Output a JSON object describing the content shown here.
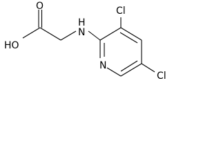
{
  "structure": {
    "atoms": {
      "O_carbonyl": "O",
      "OH": "HO",
      "NH": "H",
      "N_label": "N",
      "Cl_3": "Cl",
      "N_ring": "N",
      "Cl_5": "Cl"
    }
  }
}
